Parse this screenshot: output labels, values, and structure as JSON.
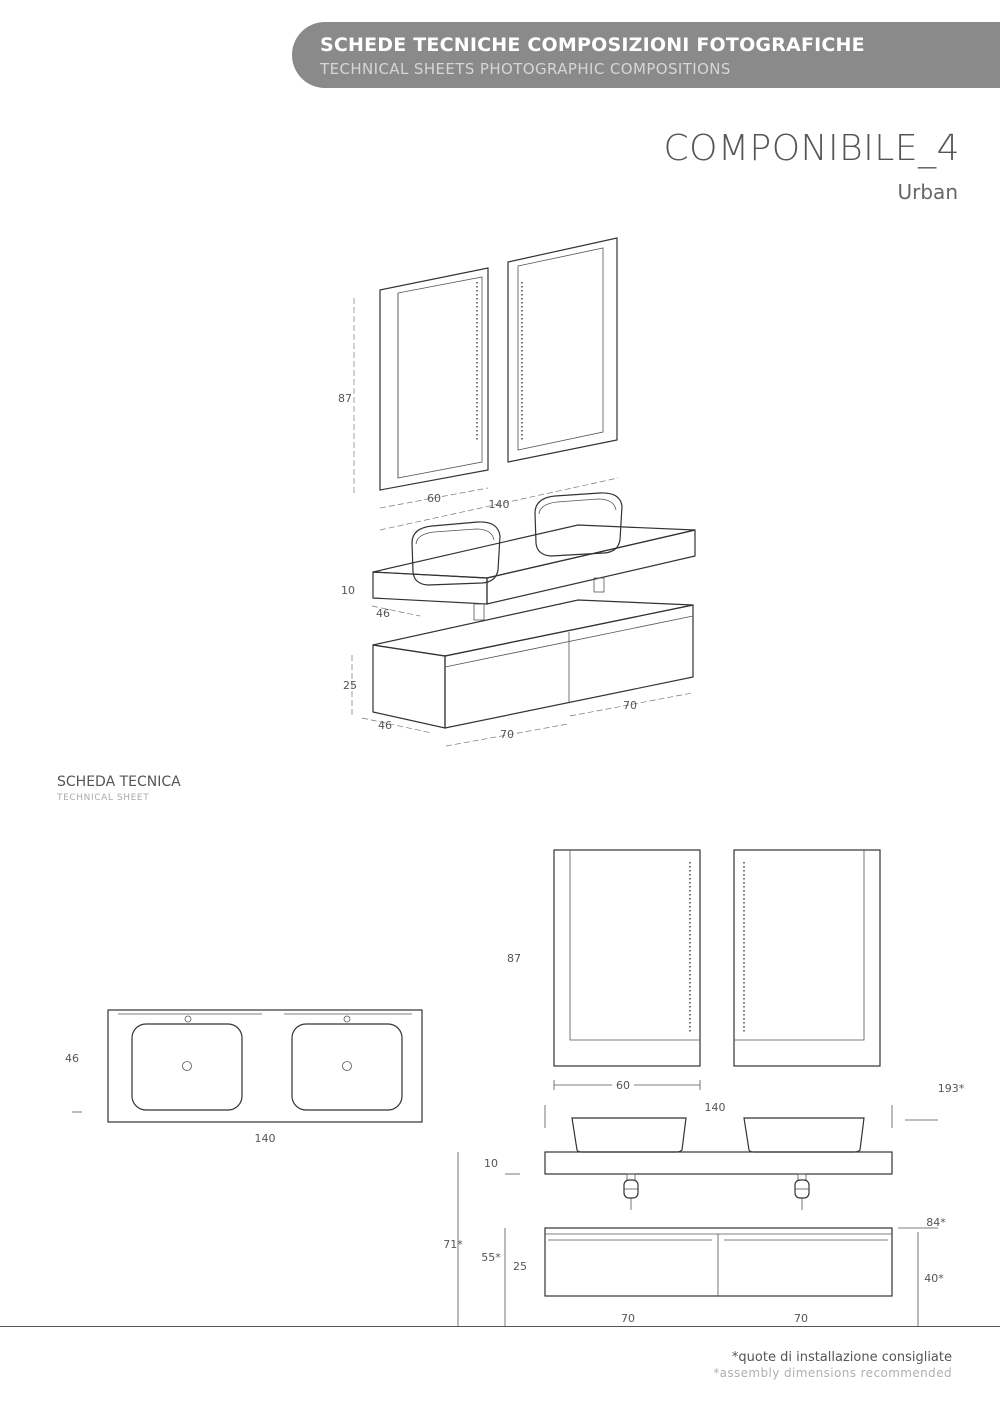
{
  "header": {
    "title_it": "SCHEDE TECNICHE COMPOSIZIONI FOTOGRAFICHE",
    "title_en": "TECHNICAL SHEETS PHOTOGRAPHIC COMPOSITIONS"
  },
  "composition": {
    "name": "COMPONIBILE_4",
    "collection": "Urban"
  },
  "perspective_dims": {
    "mirror_height": "87",
    "mirror_width": "60",
    "total_width": "140",
    "shelf_thickness": "10",
    "shelf_depth": "46",
    "cabinet_height": "25",
    "cabinet_depth": "46",
    "drawer_left_width": "70",
    "drawer_right_width": "70"
  },
  "technical_sheet": {
    "title_it": "SCHEDA TECNICA",
    "title_en": "TECHNICAL SHEET"
  },
  "plan_dims": {
    "depth": "46",
    "width": "140"
  },
  "elevation_dims": {
    "mirror_height": "87",
    "mirror_width": "60",
    "total_height": "193*",
    "top_width": "140",
    "shelf_thickness": "10",
    "floor_to_top": "71*",
    "floor_to_cabinet_top": "55*",
    "cabinet_height": "25",
    "upper_install": "84*",
    "lower_install": "40*",
    "drawer_left": "70",
    "drawer_right": "70"
  },
  "footer": {
    "note_it": "*quote di installazione consigliate",
    "note_en": "*assembly dimensions recommended"
  }
}
